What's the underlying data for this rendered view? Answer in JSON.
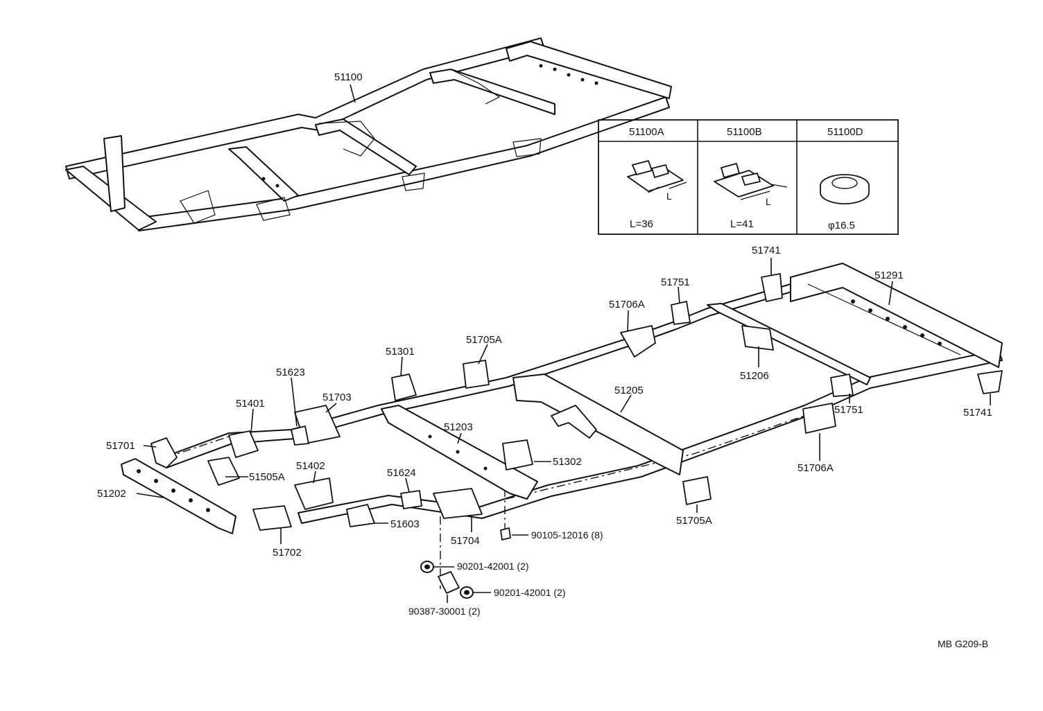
{
  "diagram_code": "MB G209-B",
  "top_frame_label": "51100",
  "inset": {
    "headers": [
      "51100A",
      "51100B",
      "51100D"
    ],
    "notes": [
      "L=36",
      "L=41",
      "φ16.5"
    ],
    "dim_label": "L"
  },
  "callouts": {
    "c51741a": "51741",
    "c51291": "51291",
    "c51751a": "51751",
    "c51706a_top": "51706A",
    "c51705a_top": "51705A",
    "c51301": "51301",
    "c51623": "51623",
    "c51703": "51703",
    "c51401": "51401",
    "c51701": "51701",
    "c51505a": "51505A",
    "c51202": "51202",
    "c51402": "51402",
    "c51624": "51624",
    "c51603": "51603",
    "c51702": "51702",
    "c51704": "51704",
    "c51203": "51203",
    "c51302": "51302",
    "c51205": "51205",
    "c51206": "51206",
    "c51751b": "51751",
    "c51741b": "51741",
    "c51706a_bot": "51706A",
    "c51705a_bot": "51705A",
    "bolt": "90105-12016 (8)",
    "washer1": "90201-42001 (2)",
    "washer2": "90201-42001 (2)",
    "collar": "90387-30001 (2)"
  }
}
